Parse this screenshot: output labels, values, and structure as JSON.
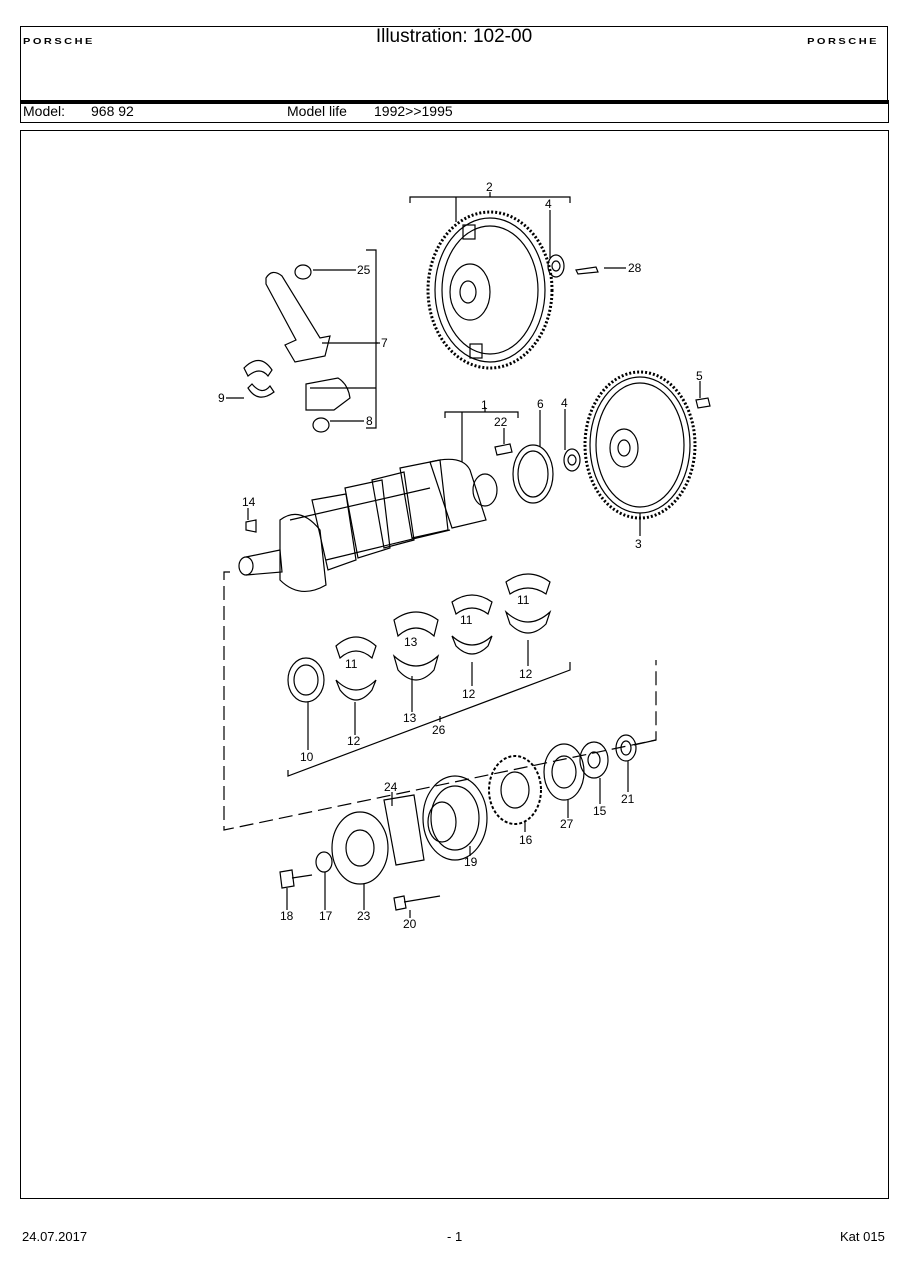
{
  "header": {
    "brand_left": "PORSCHE",
    "brand_right": "PORSCHE",
    "title": "Illustration: 102-00"
  },
  "model_row": {
    "model_label": "Model:",
    "model_value": "968 92",
    "life_label": "Model life",
    "life_value": "1992>>1995"
  },
  "callouts": [
    "2",
    "4",
    "28",
    "25",
    "7",
    "9",
    "8",
    "5",
    "1",
    "22",
    "6",
    "4",
    "3",
    "14",
    "11",
    "13",
    "11",
    "11",
    "12",
    "12",
    "11",
    "10",
    "12",
    "13",
    "12",
    "26",
    "24",
    "21",
    "15",
    "27",
    "16",
    "19",
    "18",
    "17",
    "23",
    "20"
  ],
  "footer": {
    "date": "24.07.2017",
    "page": "- 1",
    "catalog": "Kat 015"
  }
}
